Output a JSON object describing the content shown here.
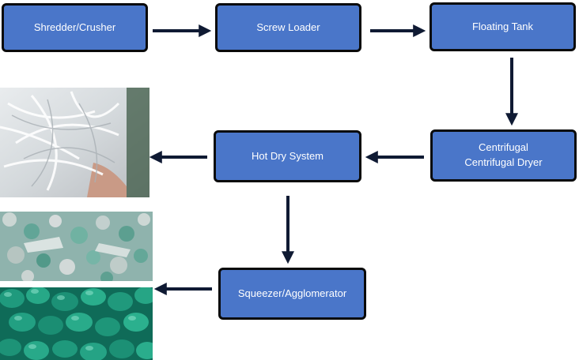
{
  "nodes": {
    "shredder": "Shredder/Crusher",
    "screw_loader": "Screw Loader",
    "floating_tank": "Floating Tank",
    "centrifugal_line1": "Centrifugal",
    "centrifugal_line2": "Centrifugal Dryer",
    "hot_dry": "Hot Dry System",
    "squeezer": "Squeezer/Agglomerator"
  },
  "colors": {
    "box_fill": "#4a76c9",
    "box_border": "#0a0a0a",
    "arrow": "#0f1a33",
    "box_text": "#ffffff"
  },
  "photos": [
    {
      "subject": "shredded white plastic film"
    },
    {
      "subject": "dried plastic flakes"
    },
    {
      "subject": "green plastic pellets"
    }
  ]
}
